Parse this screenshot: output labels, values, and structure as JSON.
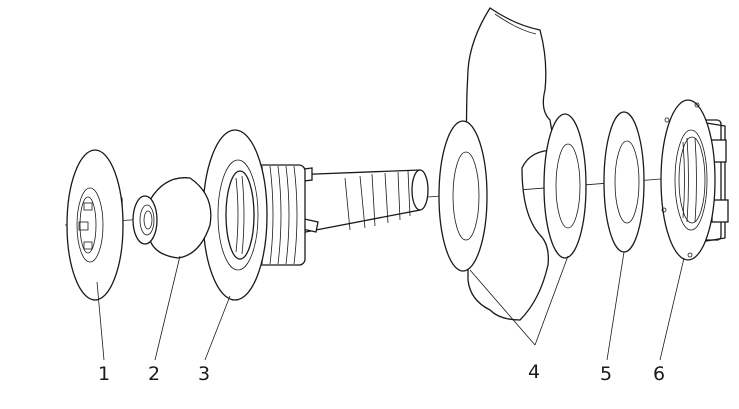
{
  "parts": [
    {
      "id": "part-1",
      "label": "1"
    },
    {
      "id": "part-2",
      "label": "2"
    },
    {
      "id": "part-3",
      "label": "3"
    },
    {
      "id": "part-4",
      "label": "4"
    },
    {
      "id": "part-5",
      "label": "5"
    },
    {
      "id": "part-6",
      "label": "6"
    }
  ],
  "colors": {
    "line": "#1a1a1a",
    "background": "#ffffff"
  }
}
